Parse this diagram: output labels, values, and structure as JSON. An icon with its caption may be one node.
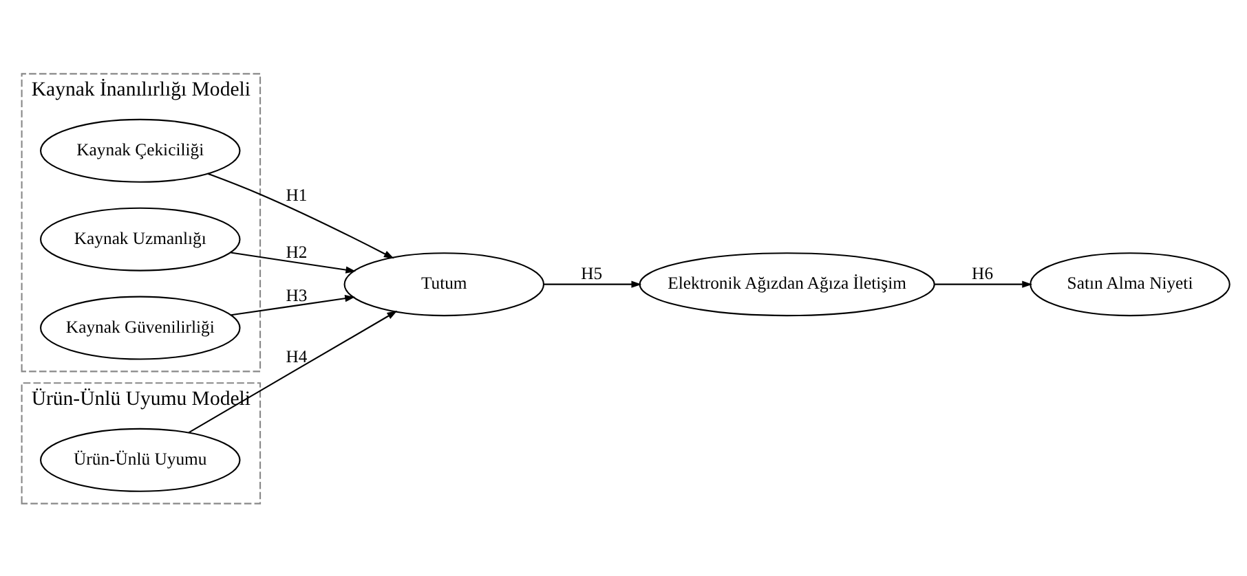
{
  "diagram": {
    "nodes": [
      {
        "text": [
          "Kaynak İnanılırlığı Modeli"
        ]
      },
      {
        "text": [
          "Kaynak Çekiciliği"
        ],
        "in": 0
      },
      {
        "text": [
          "Kaynak Uzmanlığı"
        ],
        "in": 0
      },
      {
        "text": [
          "Kaynak Güvenilirliği"
        ],
        "in": 0
      },
      {
        "text": [
          "Ürün-Ünlü Uyumu Modeli"
        ]
      },
      {
        "text": [
          "Ürün-Ünlü Uyumu"
        ],
        "in": 4
      },
      {
        "text": [
          "Tutum"
        ]
      },
      {
        "text": [
          "Elektronik Ağızdan Ağıza İletişim"
        ]
      },
      {
        "text": [
          "Satın Alma Niyeti"
        ]
      }
    ],
    "edges": [
      {
        "from": 1,
        "to": 6,
        "arrow": "to",
        "label": "H1"
      },
      {
        "from": 2,
        "to": 6,
        "arrow": "to",
        "label": "H2"
      },
      {
        "from": 3,
        "to": 6,
        "arrow": "to",
        "label": "H3"
      },
      {
        "from": 5,
        "to": 6,
        "arrow": "to",
        "label": "H4"
      },
      {
        "from": 6,
        "to": 7,
        "arrow": "to",
        "label": "H5"
      },
      {
        "from": 7,
        "to": 8,
        "arrow": "to",
        "label": "H6"
      }
    ]
  }
}
